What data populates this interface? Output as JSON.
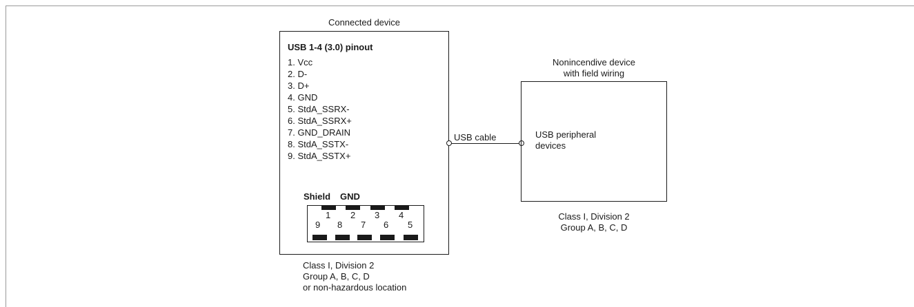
{
  "connected_device": {
    "header": "Connected device",
    "pinout_title": "USB 1-4 (3.0) pinout",
    "pins": [
      "1. Vcc",
      "2. D-",
      "3. D+",
      "4. GND",
      "5. StdA_SSRX-",
      "6. StdA_SSRX+",
      "7. GND_DRAIN",
      "8. StdA_SSTX-",
      "9. StdA_SSTX+"
    ],
    "shield_label": "Shield",
    "gnd_label": "GND",
    "connector_top_numbers": [
      "1",
      "2",
      "3",
      "4"
    ],
    "connector_bottom_numbers": [
      "9",
      "8",
      "7",
      "6",
      "5"
    ],
    "location_lines": [
      "Class I, Division 2",
      "Group A, B, C, D",
      "or non-hazardous location"
    ]
  },
  "cable": {
    "label": "USB cable"
  },
  "peripheral": {
    "header_lines": [
      "Nonincendive device",
      "with field wiring"
    ],
    "body_lines": [
      "USB peripheral",
      "devices"
    ],
    "location_lines": [
      "Class I, Division 2",
      "Group A, B, C, D"
    ]
  }
}
